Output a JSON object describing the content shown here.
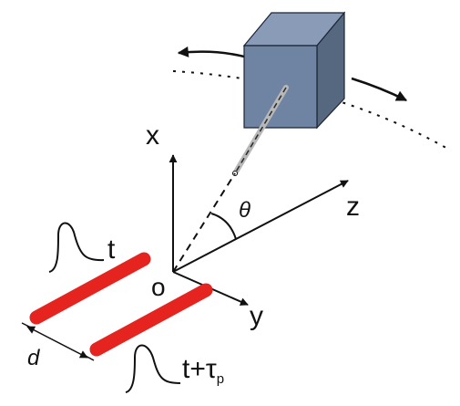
{
  "axes": {
    "x_label": "x",
    "y_label": "y",
    "z_label": "z",
    "origin_label": "o"
  },
  "angle": {
    "label": "θ"
  },
  "spacing": {
    "label": "d"
  },
  "pulses": {
    "first_label": "t",
    "second_label": "t+τ",
    "second_subscript": "p"
  },
  "colors": {
    "cube": "#6f84a3",
    "cube_edge": "#1b2535",
    "rod": "#e52420",
    "axis": "#111111",
    "motion_arrow": "#111111"
  },
  "icons": {
    "rotating_object": "cube-icon",
    "direction_left": "left-arrow-icon",
    "direction_right": "right-arrow-icon"
  }
}
